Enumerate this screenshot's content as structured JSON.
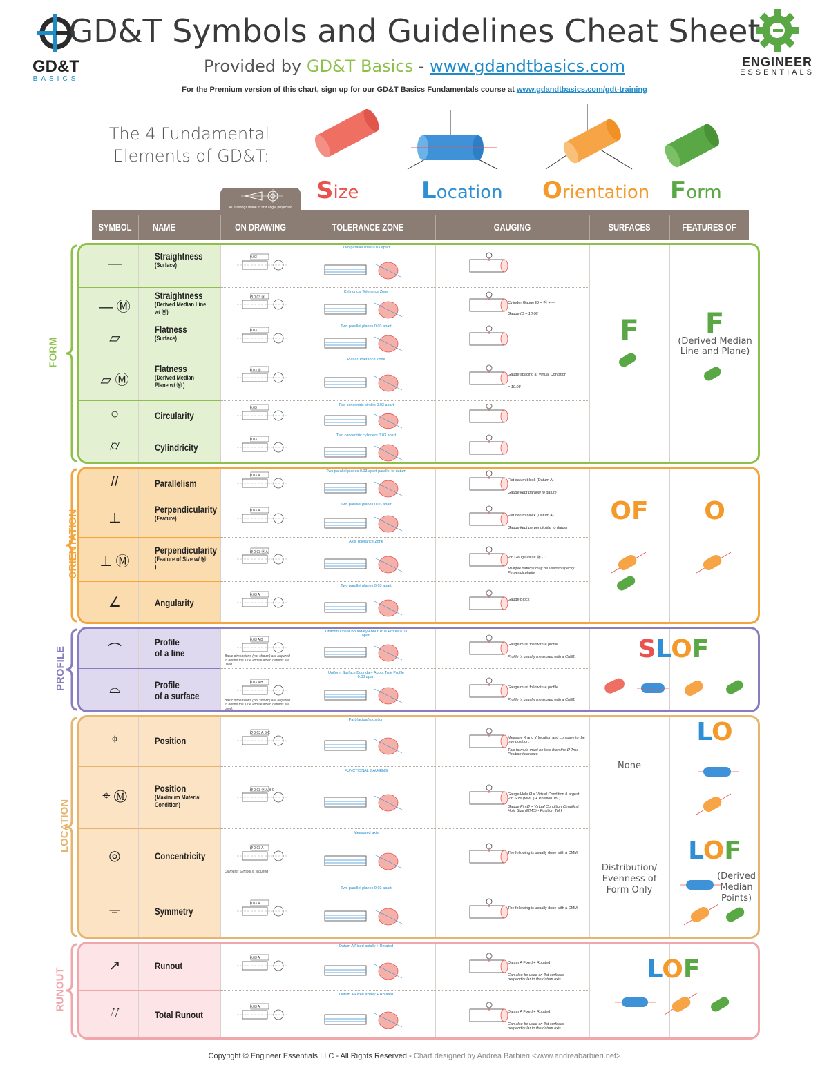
{
  "header": {
    "title": "GD&T Symbols and Guidelines Cheat Sheet",
    "subtitle_prefix": "Provided by",
    "subtitle_brand": "GD&T Basics",
    "subtitle_dash": "-",
    "subtitle_url": "www.gdandtbasics.com",
    "premium_text": "For the Premium version of this chart, sign up for our GD&T Basics Fundamentals course at",
    "premium_url": "www.gdandtbasics.com/gdt-training",
    "logo_left_line1": "GD&T",
    "logo_left_line2": "BASICS",
    "logo_right_line1": "ENGINEER",
    "logo_right_line2": "ESSENTIALS"
  },
  "fundamentals": {
    "line1": "The 4 Fundamental",
    "line2": "Elements of GD&T:",
    "elements": [
      {
        "initial": "S",
        "rest": "ize",
        "color": "#e8524f"
      },
      {
        "initial": "L",
        "rest": "ocation",
        "color": "#2f8fd4"
      },
      {
        "initial": "O",
        "rest": "rientation",
        "color": "#f39a2b"
      },
      {
        "initial": "F",
        "rest": "orm",
        "color": "#5aa845"
      }
    ]
  },
  "table_header": {
    "symbol": "SYMBOL",
    "name": "NAME",
    "on_drawing": "ON DRAWING",
    "tolerance_zone": "TOLERANCE ZONE",
    "gauging": "GAUGING",
    "surfaces": "SURFACES",
    "features_of_size": "FEATURES OF SIZE",
    "projection_note": "All drawings made in first angle projection"
  },
  "sections": {
    "form": {
      "label": "FORM",
      "color": "#8dc04a",
      "fill": "#e4f0d2"
    },
    "orientation": {
      "label": "ORIENTATION",
      "color": "#f2a53d",
      "fill": "#fbdcae"
    },
    "profile": {
      "label": "PROFILE",
      "color": "#8a7cc0",
      "fill": "#ded9ee"
    },
    "location": {
      "label": "LOCATION",
      "color": "#e6b46d",
      "fill": "#fbe3c4"
    },
    "runout": {
      "label": "RUNOUT",
      "color": "#f0a6ab",
      "fill": "#fde4e6"
    }
  },
  "rows": [
    {
      "symbol": "—",
      "name": "Straightness",
      "sub": "(Surface)",
      "note": "Two parallel lines 0.03 apart",
      "tol": "0.03"
    },
    {
      "symbol": "— Ⓜ",
      "name": "Straightness",
      "sub": "(Derived Median Line w/ Ⓜ)",
      "note": "Cylindrical Tolerance Zone",
      "tol": "Ø 0.03 Ⓜ",
      "gauge": "Cylinder Gauge ID = Ⓜ + —",
      "gauge2": "Gauge ID = 10.08"
    },
    {
      "symbol": "▱",
      "name": "Flatness",
      "sub": "(Surface)",
      "note": "Two parallel planes 0.03 apart",
      "tol": "0.03"
    },
    {
      "symbol": "▱ Ⓜ",
      "name": "Flatness",
      "sub": "(Derived Median Plane w/ Ⓜ )",
      "note": "Planar Tolerance Zone",
      "tol": "0.03 Ⓜ",
      "gauge": "Gauge spacing at Virtual Condition",
      "gauge2": "= 10.08"
    },
    {
      "symbol": "○",
      "name": "Circularity",
      "sub": "",
      "note": "Two concentric circles 0.03 apart",
      "tol": "0.03"
    },
    {
      "symbol": "⌭",
      "name": "Cylindricity",
      "sub": "",
      "note": "Two concentric cylinders 0.03 apart",
      "tol": "0.03"
    },
    {
      "symbol": "//",
      "name": "Parallelism",
      "sub": "",
      "note": "Two parallel planes 0.03 apart parallel to datum",
      "tol": "0.03 A",
      "gauge": "Flat datum block (Datum A)",
      "gauge2": "Gauge kept parallel to datum"
    },
    {
      "symbol": "⊥",
      "name": "Perpendicularity",
      "sub": "(Feature)",
      "note": "Two parallel planes 0.03 apart",
      "tol": "0.03 A",
      "gauge": "Flat datum block (Datum A)",
      "gauge2": "Gauge kept perpendicular to datum"
    },
    {
      "symbol": "⊥ Ⓜ",
      "name": "Perpendicularity",
      "sub": "(Feature of Size w/ Ⓜ )",
      "note": "Axis Tolerance Zone",
      "tol": "Ø 0.03 Ⓜ A",
      "gauge": "Pin Gauge ØD = Ⓜ - ⊥",
      "gauge2": "Multiple datums may be used to specify Perpendicularity"
    },
    {
      "symbol": "∠",
      "name": "Angularity",
      "sub": "",
      "note": "Two parallel planes 0.03 apart",
      "tol": "0.03 A",
      "gauge": "Gauge Block",
      "gauge2": ""
    },
    {
      "symbol": "⌒",
      "name": "Profile",
      "name2": "of a line",
      "sub": "",
      "note": "Uniform Linear Boundary About True Profile 0.03 apart",
      "tol": "0.03 A B",
      "gauge": "Gauge must follow true profile.",
      "gauge2": "Profile is usually measured with a CMM.",
      "draw_note": "Basic dimensions (not shown) are required to define the True Profile when datums are used."
    },
    {
      "symbol": "⌓",
      "name": "Profile",
      "name2": "of a surface",
      "sub": "",
      "note": "Uniform Surface Boundary About True Profile 0.03 apart",
      "tol": "0.03 A B",
      "gauge": "Gauge must follow true profile.",
      "gauge2": "Profile is usually measured with a CMM.",
      "draw_note": "Basic dimensions (not shown) are required to define the True Profile when datums are used."
    },
    {
      "symbol": "⌖",
      "name": "Position",
      "sub": "",
      "note": "Part (actual) position",
      "tol": "Ø 0.03 A B C",
      "gauge": "Measure X and Y location and compare to the true position.",
      "gauge2": "This formula must be less than the Ø True Position tolerance"
    },
    {
      "symbol": "⌖ Ⓜ",
      "name": "Position",
      "sub": "(Maximum Material Condition)",
      "note": "FUNCTIONAL GAUGING",
      "tol": "Ø 0.03 Ⓜ A B C",
      "gauge": "Gauge Hole Ø = Virtual Condition (Largest Pin Size (MMC) + Position Tol.)",
      "gauge2": "Gauge Pin Ø = Virtual Condition (Smallest Hole Size (MMC) - Position Tol.)"
    },
    {
      "symbol": "◎",
      "name": "Concentricity",
      "sub": "",
      "note": "Measured axis",
      "tol": "Ø 0.03 A",
      "gauge": "The following is usually done with a CMM:",
      "gauge2": "",
      "draw_note": "Diameter Symbol is required"
    },
    {
      "symbol": "⌯",
      "name": "Symmetry",
      "sub": "",
      "note": "Two parallel planes 0.03 apart",
      "tol": "0.03 A",
      "gauge": "The following is usually done with a CMM:",
      "gauge2": ""
    },
    {
      "symbol": "↗",
      "name": "Runout",
      "sub": "",
      "note": "Datum A Fixed axially + Rotated",
      "tol": "0.03 A",
      "gauge": "Datum A Fixed + Rotated",
      "gauge2": "Can also be used on flat surfaces perpendicular to the datum axis"
    },
    {
      "symbol": "⌰",
      "name": "Total Runout",
      "sub": "",
      "note": "Datum A Fixed axially + Rotated",
      "tol": "0.03 A",
      "gauge": "Datum A Fixed + Rotated",
      "gauge2": "Can also be used on flat surfaces perpendicular to the datum axis"
    }
  ],
  "surfaces": {
    "form_letter": "F",
    "orientation_letters": "OF",
    "profile_letters": [
      "S",
      "L",
      "O",
      "F"
    ],
    "location_none": "None",
    "location_distribution": "Distribution/ Evenness of Form Only",
    "runout_letters": [
      "L",
      "O",
      "F"
    ]
  },
  "features_of_size": {
    "form_letter": "F",
    "form_note": "(Derived Median Line and Plane)",
    "orientation_letter": "O",
    "location_letters": [
      "L",
      "O"
    ],
    "location_letters2": [
      "L",
      "O",
      "F"
    ],
    "location_note": "(Derived Median Points)"
  },
  "footer": {
    "copyright": "Copyright © Engineer Essentials LLC - All Rights Reserved -",
    "designer": "Chart designed by Andrea Barbieri <www.andreabarbieri.net>"
  }
}
